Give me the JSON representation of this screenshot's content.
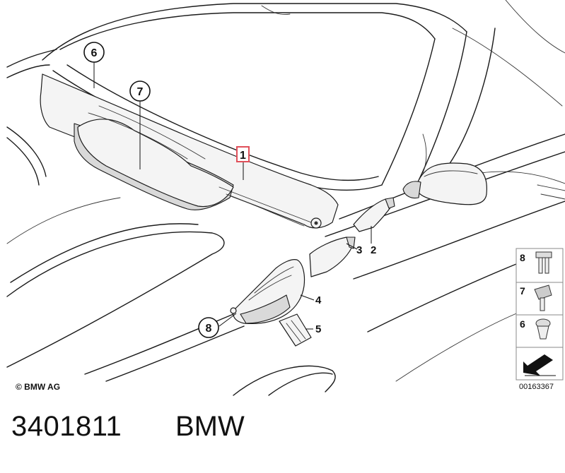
{
  "diagram": {
    "callouts": [
      {
        "id": "6",
        "label": "6"
      },
      {
        "id": "7",
        "label": "7"
      },
      {
        "id": "1",
        "label": "1"
      },
      {
        "id": "8",
        "label": "8"
      }
    ],
    "labels": [
      {
        "id": "2",
        "label": "2"
      },
      {
        "id": "3",
        "label": "3"
      },
      {
        "id": "4",
        "label": "4"
      },
      {
        "id": "5",
        "label": "5"
      }
    ],
    "highlight_color": "#e0505a"
  },
  "legend": {
    "items": [
      {
        "label": "8",
        "icon": "expanding-rivet-icon"
      },
      {
        "label": "7",
        "icon": "clip-fastener-icon"
      },
      {
        "label": "6",
        "icon": "push-clip-icon"
      }
    ],
    "arrow_icon": "direction-arrow-icon"
  },
  "copyright": "© BMW AG",
  "diagram_code": "00163367",
  "footer": {
    "part_number": "3401811",
    "brand": "BMW"
  }
}
